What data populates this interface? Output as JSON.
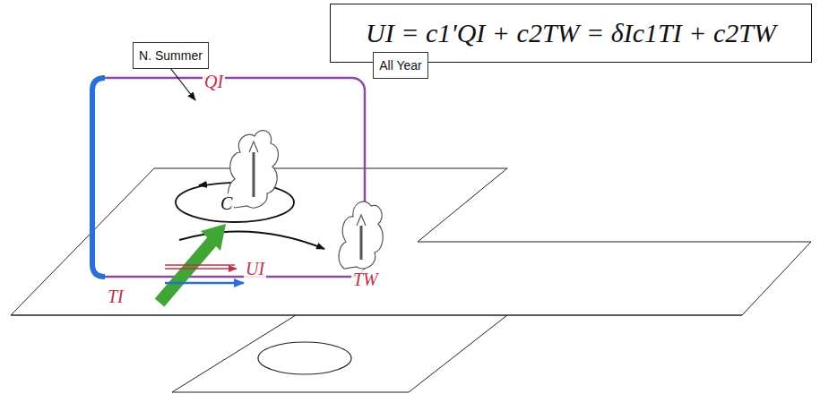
{
  "diagram": {
    "nodes": [
      {
        "text": [
          "UI = c1'QI + c2TW = δIc1TI + c2TW"
        ]
      },
      {
        "text": [
          "N. Summer"
        ]
      },
      {
        "text": [
          "All Year"
        ]
      }
    ],
    "labels": [
      "QI",
      "C",
      "UI",
      "TI",
      "TW"
    ]
  }
}
